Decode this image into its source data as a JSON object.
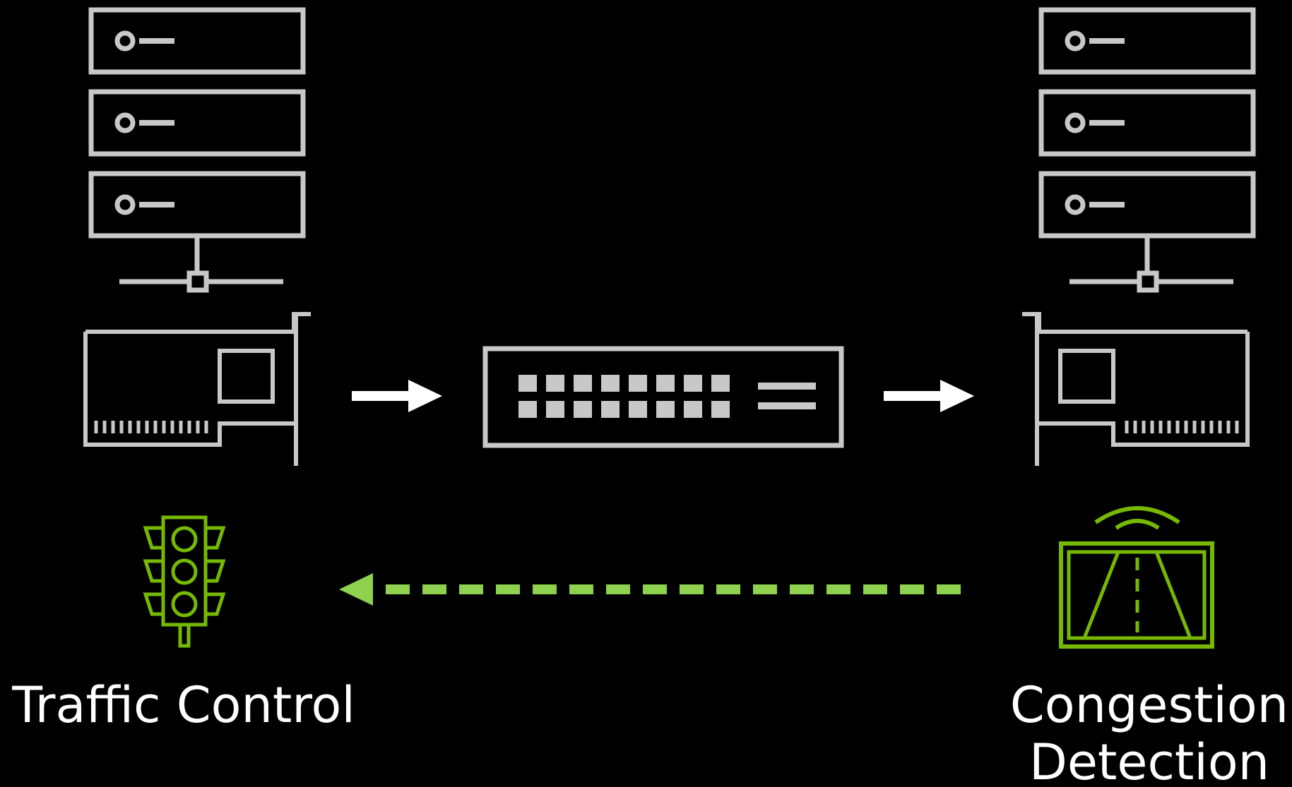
{
  "labels": {
    "traffic_control": "Traffic Control",
    "congestion_line1": "Congestion",
    "congestion_line2": "Detection"
  },
  "colors": {
    "background": "#000000",
    "icon_gray": "#c8c8c8",
    "arrow_white": "#ffffff",
    "accent_green": "#76b900",
    "dashed_green": "#8ed14f"
  },
  "icons": {
    "left_server": "server-rack-icon",
    "right_server": "server-rack-icon",
    "left_nic": "network-card-icon",
    "right_nic": "network-card-icon",
    "switch": "network-switch-icon",
    "traffic_light": "traffic-light-icon",
    "congestion": "road-sensor-icon"
  }
}
